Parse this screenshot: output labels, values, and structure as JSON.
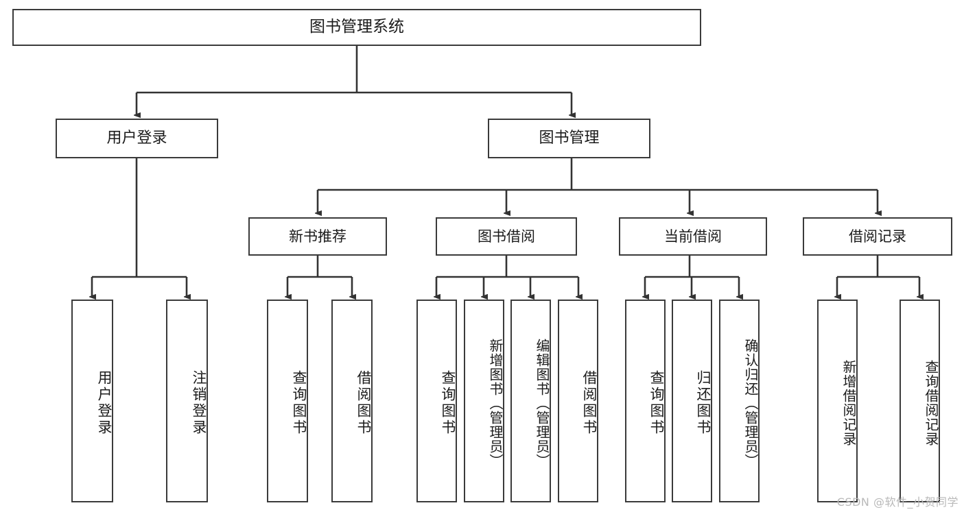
{
  "diagram": {
    "title": "图书管理系统",
    "type": "tree-hierarchy-diagram",
    "watermark": "CSDN @软件_小贺同学",
    "colors": {
      "background": "#ffffff",
      "box_border": "#3a3a3a",
      "box_fill": "#ffffff",
      "connector": "#333333",
      "text": "#1b1b1b",
      "watermark": "#b9b9b9"
    },
    "root": {
      "label": "图书管理系统"
    },
    "level1": [
      {
        "label": "用户登录"
      },
      {
        "label": "图书管理"
      }
    ],
    "level2": [
      {
        "label": "新书推荐"
      },
      {
        "label": "图书借阅"
      },
      {
        "label": "当前借阅"
      },
      {
        "label": "借阅记录"
      }
    ],
    "leaves": {
      "user_login": [
        {
          "label": "用户登录"
        },
        {
          "label": "注销登录"
        }
      ],
      "new_book_recommend": [
        {
          "label": "查询图书"
        },
        {
          "label": "借阅图书"
        }
      ],
      "book_borrow": [
        {
          "label": "查询图书"
        },
        {
          "label": "新增图书（管理员）"
        },
        {
          "label": "编辑图书（管理员）"
        },
        {
          "label": "借阅图书"
        }
      ],
      "current_borrow": [
        {
          "label": "查询图书"
        },
        {
          "label": "归还图书"
        },
        {
          "label": "确认归还（管理员）"
        }
      ],
      "borrow_record": [
        {
          "label": "新增借阅记录"
        },
        {
          "label": "查询借阅记录"
        }
      ]
    }
  }
}
